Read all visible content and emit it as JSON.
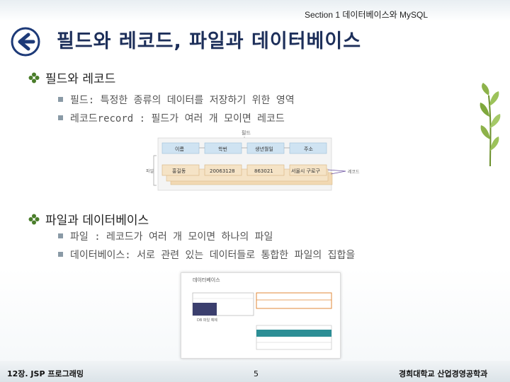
{
  "header": {
    "section_label": "Section 1  데이터베이스와 MySQL",
    "title": "필드와 레코드, 파일과 데이터베이스"
  },
  "section1": {
    "heading": "필드와 레코드",
    "items": [
      "필드: 특정한 종류의 데이터를 저장하기 위한 영역",
      "레코드record : 필드가 여러 개 모이면 레코드"
    ],
    "figure": {
      "label_field": "필드",
      "label_file": "파일",
      "label_record": "레코드",
      "headers": [
        "이름",
        "학번",
        "생년월일",
        "주소"
      ],
      "values": [
        "홍길동",
        "20063128",
        "863021",
        "서울시 구로구"
      ]
    }
  },
  "section2": {
    "heading": "파일과 데이터베이스",
    "items": [
      "파일 : 레코드가 여러 개 모이면 하나의 파일",
      "데이터베이스: 서로 관련 있는 데이터들로 통합한 파일의 집합을"
    ],
    "figure": {
      "label_db": "데이터베이스",
      "caption": "DB 파일 예제"
    }
  },
  "footer": {
    "left": "12장.  JSP 프로그래밍",
    "page": "5",
    "right": "경희대학교 산업경영공학과"
  },
  "colors": {
    "title": "#1d2f5a",
    "accent_green": "#6a8f2a",
    "field_blue": "#cfe3f2",
    "record_orange": "#f5e3c6",
    "db_navy": "#3b3f6e",
    "db_teal": "#2c8e95"
  },
  "icons": [
    "back-arrow-icon",
    "diamond-bullet-icon",
    "square-bullet-icon",
    "plant-decoration-icon"
  ]
}
